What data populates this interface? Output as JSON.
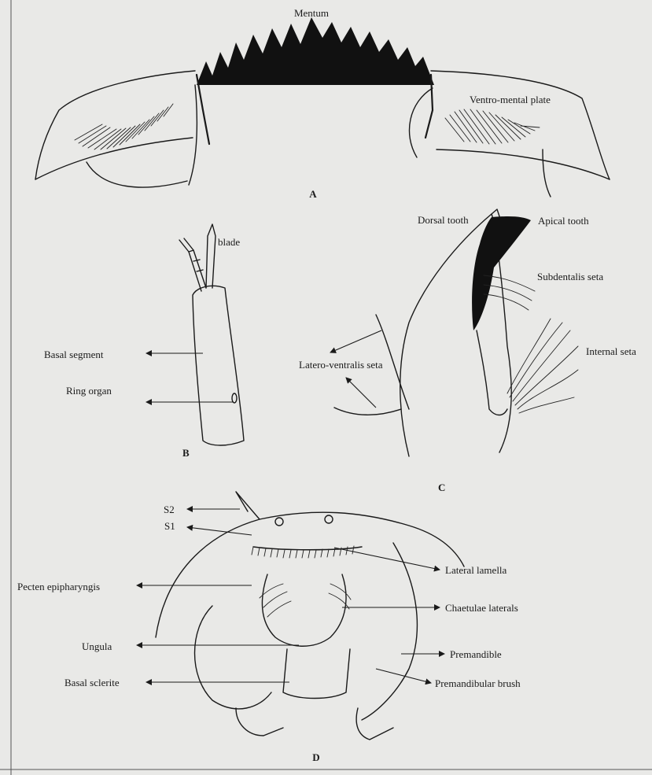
{
  "panel_a": {
    "letter": "A",
    "labels": {
      "mentum": "Mentum",
      "ventro_mental_plate": "Ventro-mental plate"
    }
  },
  "panel_b": {
    "letter": "B",
    "labels": {
      "blade": "blade",
      "basal_segment": "Basal segment",
      "ring_organ": "Ring organ"
    }
  },
  "panel_c": {
    "letter": "C",
    "labels": {
      "dorsal_tooth": "Dorsal tooth",
      "apical_tooth": "Apical tooth",
      "subdentalis_seta": "Subdentalis seta",
      "internal_seta": "Internal seta",
      "latero_ventralis_seta": "Latero-ventralis seta"
    }
  },
  "panel_d": {
    "letter": "D",
    "labels": {
      "s2": "S2",
      "s1": "S1",
      "pecten_epipharyngis": "Pecten epipharyngis",
      "ungula": "Ungula",
      "basal_sclerite": "Basal sclerite",
      "lateral_lamella": "Lateral lamella",
      "chaetulae_laterals": "Chaetulae laterals",
      "premandible": "Premandible",
      "premandibular_brush": "Premandibular brush"
    }
  }
}
